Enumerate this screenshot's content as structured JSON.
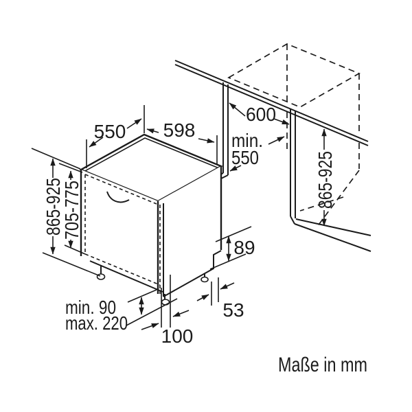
{
  "diagram": {
    "title_note": "Maße in mm",
    "dimensions": {
      "appliance_depth_top": "550",
      "appliance_width_top": "598",
      "niche_width": "600",
      "niche_depth_line1": "min.",
      "niche_depth_line2": "550",
      "appliance_height_left": "865-925",
      "door_panel_height": "705-775",
      "niche_height_right": "865-925",
      "rear_foot_adjust": "89",
      "plinth_min": "min. 90",
      "plinth_max": "max. 220",
      "front_foot_offset": "100",
      "rear_foot_offset": "53"
    }
  }
}
